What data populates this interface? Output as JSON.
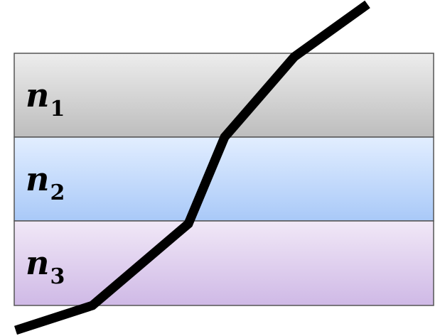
{
  "layers": [
    {
      "symbol": "n",
      "subscript": "1",
      "gradient_top": "#ededed",
      "gradient_bottom": "#bdbdbd"
    },
    {
      "symbol": "n",
      "subscript": "2",
      "gradient_top": "#e2eeff",
      "gradient_bottom": "#a9c9f8"
    },
    {
      "symbol": "n",
      "subscript": "3",
      "gradient_top": "#f1e8f7",
      "gradient_bottom": "#cfb9e6"
    }
  ],
  "colors": {
    "border": "#555555",
    "ray": "#000000",
    "background": "#ffffff"
  }
}
